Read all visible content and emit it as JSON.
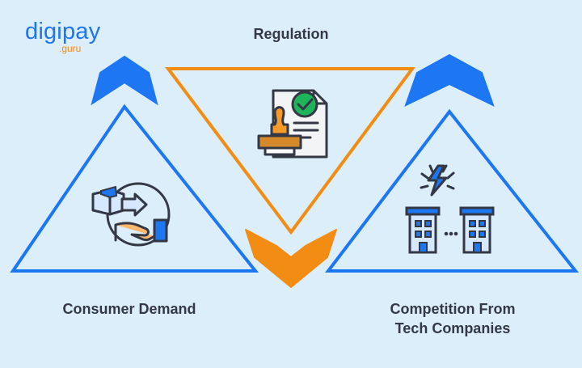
{
  "logo": {
    "main_prefix": "digi",
    "main_suffix": "pay",
    "sub": ".guru"
  },
  "labels": {
    "regulation": "Regulation",
    "consumer_demand": "Consumer Demand",
    "competition_line1": "Competition From",
    "competition_line2": "Tech Companies"
  },
  "colors": {
    "background": "#ddeefb",
    "primary_blue": "#1d76f2",
    "accent_orange": "#f28c12",
    "text_dark": "#333844"
  },
  "icons": {
    "regulation": "approved-document-stamp-icon",
    "consumer_demand": "hand-delivery-package-icon",
    "competition": "competing-buildings-lightning-icon"
  }
}
